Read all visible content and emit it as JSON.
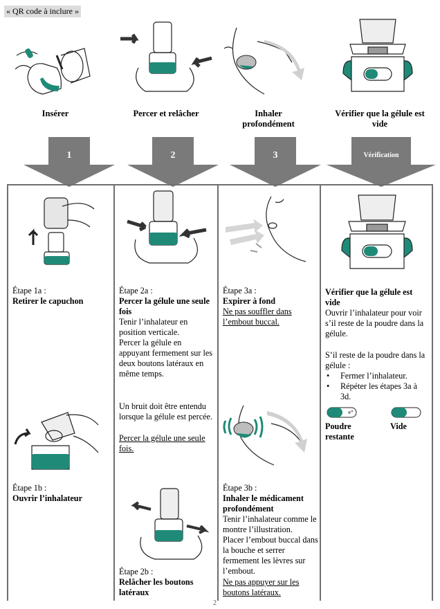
{
  "header": {
    "qr_note": "« QR code à inclure »"
  },
  "top_steps": [
    {
      "label": "Insérer"
    },
    {
      "label": "Percer et relâcher"
    },
    {
      "label": "Inhaler profondément"
    },
    {
      "label": "Vérifier que la gélule est vide"
    }
  ],
  "arrows": [
    {
      "label": "1"
    },
    {
      "label": "2"
    },
    {
      "label": "3"
    },
    {
      "label": "Vérification"
    }
  ],
  "col1": {
    "s1a_step": "Étape 1a :",
    "s1a_title": "Retirer le capuchon",
    "s1b_step": "Étape 1b :",
    "s1b_title": "Ouvrir l’inhalateur"
  },
  "col2": {
    "s2a_step": "Étape 2a :",
    "s2a_title": "Percer la gélule une seule fois",
    "s2a_p1": "Tenir l’inhalateur en position verticale.",
    "s2a_p2": "Percer la gélule en appuyant fermement sur les deux boutons latéraux en même temps.",
    "s2a_p3": "Un bruit doit être entendu lorsque la gélule est percée.",
    "s2a_p4": "Percer la gélule une seule fois.",
    "s2b_step": "Étape 2b :",
    "s2b_title": "Relâcher les boutons latéraux"
  },
  "col3": {
    "s3a_step": "Étape 3a :",
    "s3a_title": "Expirer à fond",
    "s3a_p1": "Ne pas souffler dans l’embout buccal.",
    "s3b_step": "Étape 3b :",
    "s3b_title": "Inhaler le médicament profondément",
    "s3b_p1": "Tenir l’inhalateur comme le montre l’illustration.",
    "s3b_p2": "Placer l’embout buccal dans la bouche et serrer fermement les lèvres sur l’embout.",
    "s3b_p3": "Ne pas appuyer sur les boutons latéraux."
  },
  "col4": {
    "title": "Vérifier que la gélule est vide",
    "p1": "Ouvrir l’inhalateur pour voir s’il reste de la poudre dans la gélule.",
    "p2": "S’il reste de la poudre dans la gélule :",
    "bullets": [
      "Fermer l’inhalateur.",
      "Répéter les étapes 3a à 3d."
    ],
    "cap1_label": "Poudre restante",
    "cap2_label": "Vide"
  },
  "footer": {
    "page_number": "2"
  },
  "colors": {
    "teal": "#1f8a78",
    "arrow_gray": "#7a7a7a",
    "divider": "#6e6e6e"
  }
}
